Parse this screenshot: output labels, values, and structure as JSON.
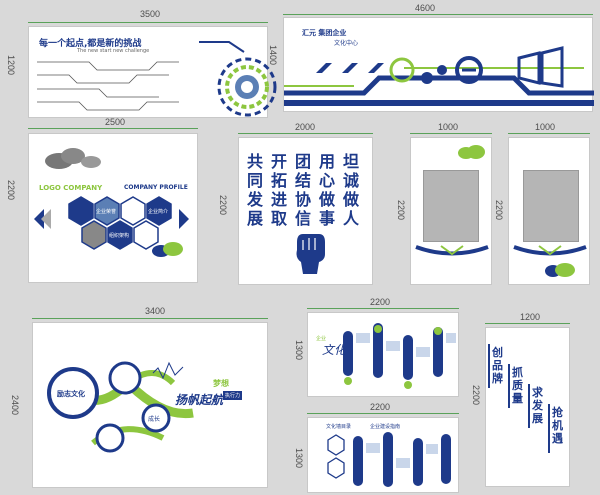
{
  "dimensions": {
    "p1_w": "3500",
    "p1_h": "1200",
    "p2_w": "4600",
    "p2_h": "1400",
    "p3_w": "2500",
    "p3_h": "2200",
    "p4_w": "2000",
    "p4_h": "2200",
    "p5_w": "1000",
    "p5_h": "2200",
    "p6_w": "1000",
    "p6_h": "2200",
    "p7_w": "3400",
    "p7_h": "2400",
    "p8_w": "2200",
    "p8_h": "1300",
    "p9_w": "2200",
    "p9_h": "1300",
    "p10_w": "1200",
    "p10_h": "2200"
  },
  "panel1": {
    "title": "每一个起点,都是新的挑战",
    "subtitle": "The new start new challenge"
  },
  "panel2": {
    "brand": "汇元 集团企业",
    "sub": "文化中心"
  },
  "panel3": {
    "logo": "LOGO COMPANY",
    "profile": "COMPANY PROFILE",
    "hex_labels": [
      "企业荣誉",
      "企业简介",
      "组织架构"
    ]
  },
  "panel4": {
    "columns": [
      "坦诚做人",
      "用心做事",
      "团结协信",
      "开拓进取",
      "共同发展"
    ]
  },
  "panel7": {
    "circle_main": "励志文化",
    "arrow_text": "扬帆起航",
    "tag1": "梦想",
    "tag2": "执行力",
    "circle_small": "成长"
  },
  "panel8": {
    "title": "文化",
    "tag": "企业"
  },
  "panel9": {
    "header1": "文化墙目录",
    "header2": "企业建设指南"
  },
  "panel10": {
    "columns": [
      "创品牌",
      "抓质量",
      "求发展",
      "抢机遇"
    ]
  },
  "colors": {
    "navy": "#1e3a8a",
    "green": "#8dc63f",
    "gray": "#9aa0a6"
  }
}
